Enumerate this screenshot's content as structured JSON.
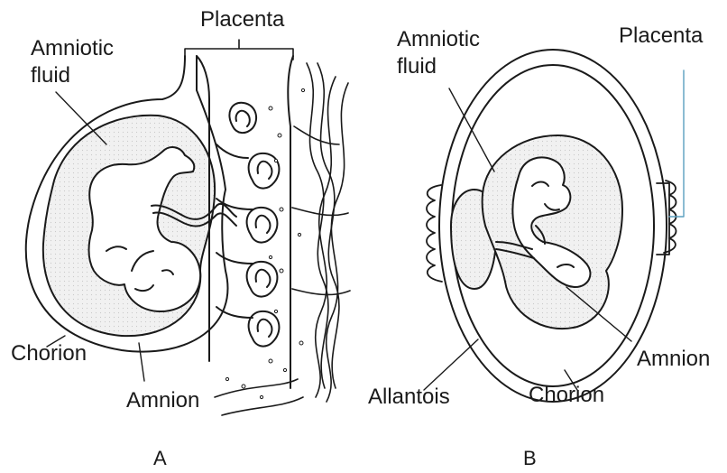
{
  "panel_a": {
    "caption": "A",
    "labels": {
      "placenta": "Placenta",
      "amniotic_fluid_1": "Amniotic",
      "amniotic_fluid_2": "fluid",
      "chorion": "Chorion",
      "amnion": "Amnion"
    }
  },
  "panel_b": {
    "caption": "B",
    "labels": {
      "amniotic_fluid_1": "Amniotic",
      "amniotic_fluid_2": "fluid",
      "placenta": "Placenta",
      "amnion": "Amnion",
      "allantois": "Allantois",
      "chorion": "Chorion"
    }
  },
  "colors": {
    "line": "#1a1a1a",
    "fluid_fill": "#ececec",
    "leader_accent": "#5a9fbf"
  }
}
